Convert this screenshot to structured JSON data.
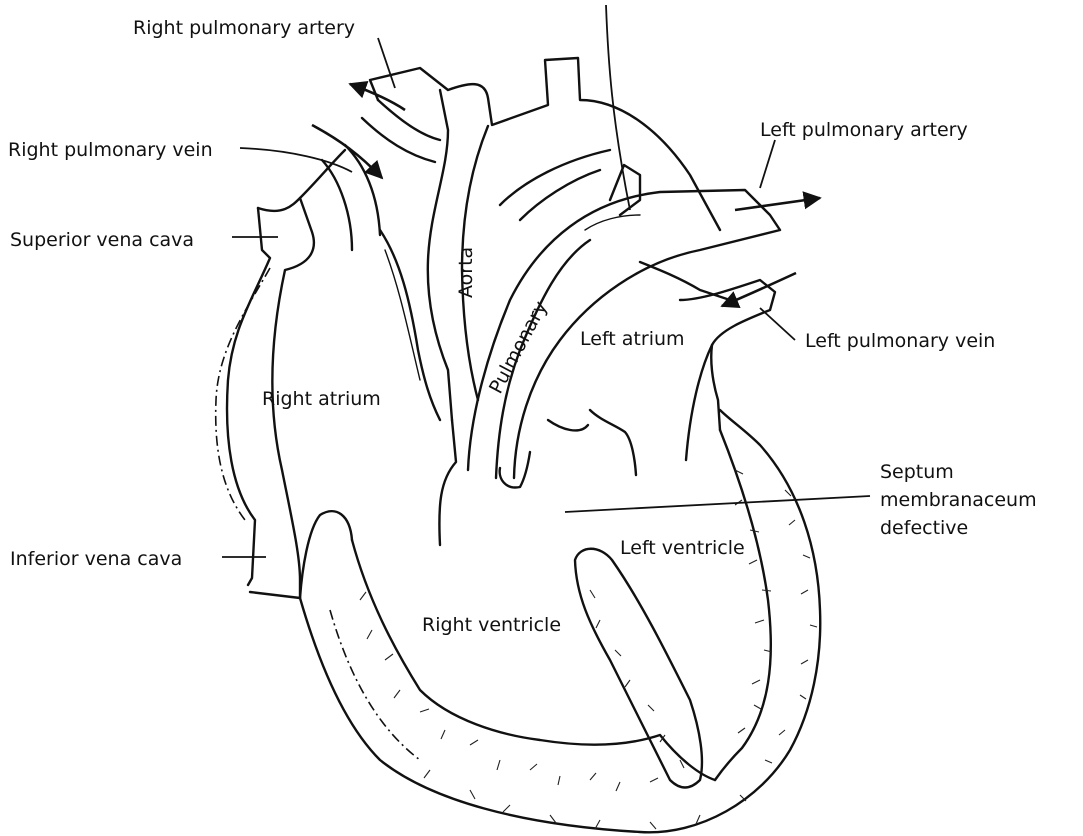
{
  "labels": {
    "right_pulmonary_artery": "Right pulmonary artery",
    "right_pulmonary_vein": "Right pulmonary vein",
    "superior_vena_cava": "Superior vena cava",
    "inferior_vena_cava": "Inferior vena cava",
    "left_pulmonary_artery": "Left pulmonary artery",
    "left_pulmonary_vein": "Left pulmonary vein",
    "septum_line1": "Septum",
    "septum_line2": "membranaceum",
    "septum_line3": "defective",
    "aorta": "Aorta",
    "pulmonary": "Pulmonary",
    "left_atrium": "Left atrium",
    "right_atrium": "Right atrium",
    "left_ventricle": "Left ventricle",
    "right_ventricle": "Right ventricle"
  },
  "colors": {
    "ink": "#111111",
    "paper": "#ffffff"
  }
}
